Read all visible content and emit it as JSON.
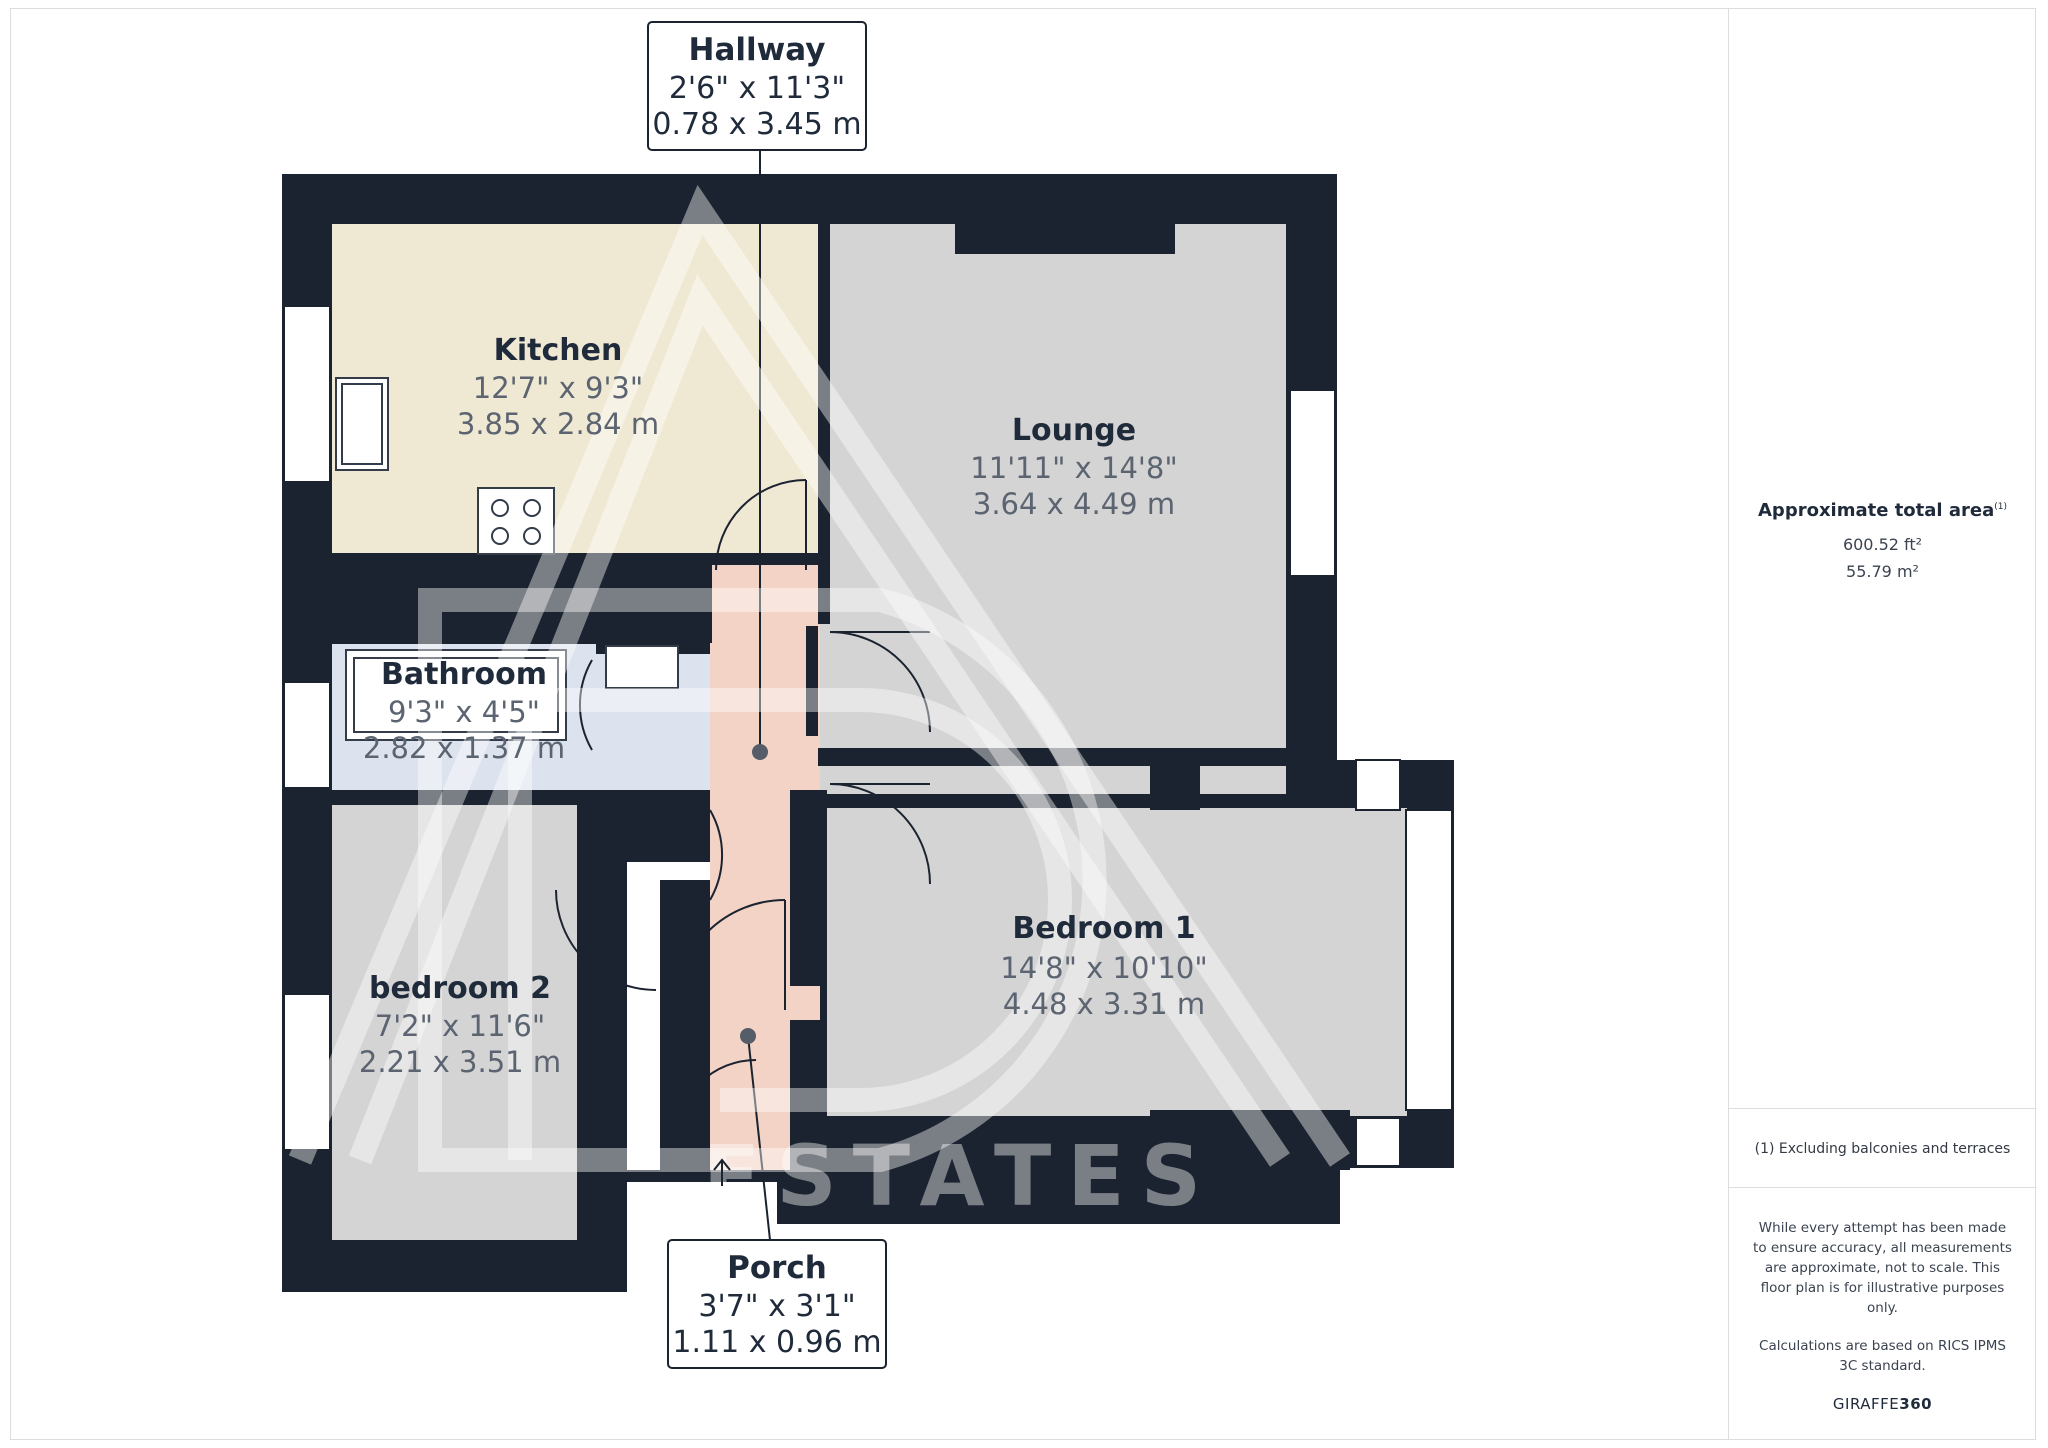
{
  "rooms": {
    "kitchen": {
      "name": "Kitchen",
      "imperial": "12'7\" x 9'3\"",
      "metric": "3.85 x 2.84 m"
    },
    "lounge": {
      "name": "Lounge",
      "imperial": "11'11\" x 14'8\"",
      "metric": "3.64 x 4.49 m"
    },
    "bathroom": {
      "name": "Bathroom",
      "imperial": "9'3\" x 4'5\"",
      "metric": "2.82 x 1.37 m"
    },
    "bedroom1": {
      "name": "Bedroom 1",
      "imperial": "14'8\" x 10'10\"",
      "metric": "4.48 x 3.31 m"
    },
    "bedroom2": {
      "name": "bedroom 2",
      "imperial": "7'2\" x 11'6\"",
      "metric": "2.21 x 3.51 m"
    }
  },
  "callouts": {
    "hallway": {
      "name": "Hallway",
      "imperial": "2'6\" x 11'3\"",
      "metric": "0.78 x 3.45 m"
    },
    "porch": {
      "name": "Porch",
      "imperial": "3'7\" x 3'1\"",
      "metric": "1.11 x 0.96 m"
    }
  },
  "watermark": {
    "text": "ESTATES"
  },
  "colors": {
    "wall": "#1b2330",
    "kitchen_fill": "#efe8d3",
    "room_fill": "#d4d4d4",
    "bathroom_fill": "#dde3ee",
    "hallway_fill": "#f2d3c6"
  },
  "summary": {
    "area_title": "Approximate total area",
    "area_footnote_marker": "(1)",
    "area_sqft": "600.52 ft²",
    "area_sqm": "55.79 m²",
    "footnote": "(1) Excluding balconies and terraces",
    "disclaimer": "While every attempt has been made to ensure accuracy, all measurements are approximate, not to scale. This floor plan is for illustrative purposes only.",
    "calculation_note": "Calculations are based on RICS IPMS 3C standard.",
    "brand_prefix": "GIRAFFE",
    "brand_suffix": "360"
  }
}
